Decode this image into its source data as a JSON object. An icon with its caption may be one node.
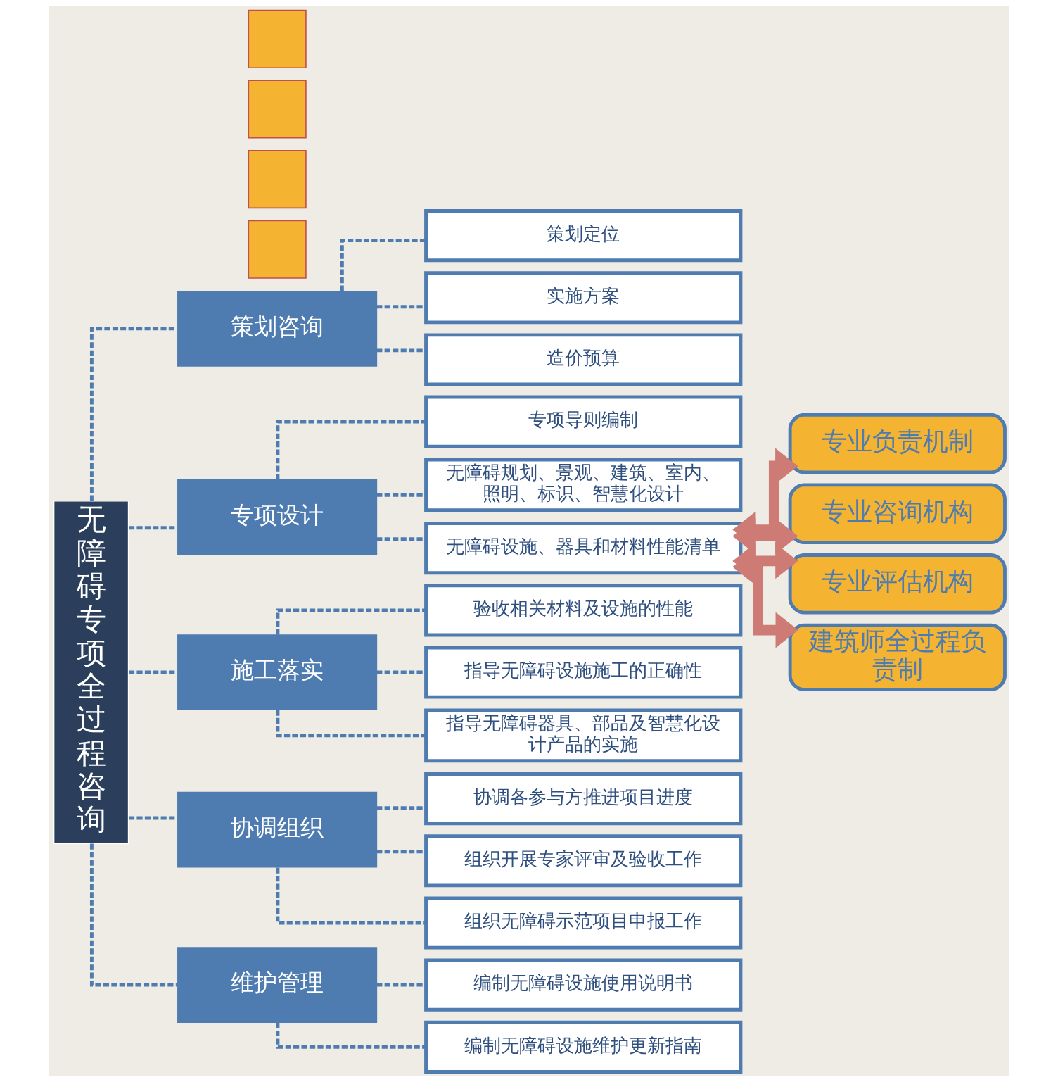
{
  "diagram": {
    "nodes": [
      {
        "text": [
          "无障碍专项全过程咨询"
        ]
      },
      {
        "text": [
          "策划咨询"
        ]
      },
      {
        "text": [
          "策划定位"
        ]
      },
      {
        "text": [
          "实施方案"
        ]
      },
      {
        "text": [
          "造价预算"
        ]
      },
      {
        "text": [],
        "shape": "plus"
      },
      {
        "text": [
          "专项设计"
        ]
      },
      {
        "text": [
          "专项导则编制"
        ]
      },
      {
        "text": [
          "无障碍规划、景观、建筑、室内、照明、标识、智慧化设计"
        ]
      },
      {
        "text": [
          "无障碍设施、器具和材料性能清单"
        ]
      },
      {
        "text": [],
        "shape": "plus"
      },
      {
        "text": [
          "施工落实"
        ]
      },
      {
        "text": [
          "验收相关材料及设施的性能"
        ]
      },
      {
        "text": [
          "指导无障碍设施施工的正确性"
        ]
      },
      {
        "text": [
          "指导无障碍器具、部品及智慧化设计产品的实施"
        ]
      },
      {
        "text": [],
        "shape": "plus"
      },
      {
        "text": [
          "协调组织"
        ]
      },
      {
        "text": [
          "协调各参与方推进项目进度"
        ]
      },
      {
        "text": [
          "组织开展专家评审及验收工作"
        ]
      },
      {
        "text": [
          "组织无障碍示范项目申报工作"
        ]
      },
      {
        "text": [],
        "shape": "plus"
      },
      {
        "text": [
          "维护管理"
        ]
      },
      {
        "text": [
          "编制无障碍设施使用说明书"
        ]
      },
      {
        "text": [
          "编制无障碍设施维护更新指南"
        ]
      },
      {
        "text": [
          "专业负责机制"
        ]
      },
      {
        "text": [
          "专业咨询机构"
        ]
      },
      {
        "text": [
          "专业评估机构"
        ]
      },
      {
        "text": [
          "建筑师全过程负责制"
        ]
      }
    ],
    "edges": [
      {
        "from": 0,
        "to": 1,
        "arrow": "none",
        "style": "dashed"
      },
      {
        "from": 0,
        "to": 6,
        "arrow": "none",
        "style": "dashed"
      },
      {
        "from": 0,
        "to": 11,
        "arrow": "none",
        "style": "dashed"
      },
      {
        "from": 0,
        "to": 16,
        "arrow": "none",
        "style": "dashed"
      },
      {
        "from": 0,
        "to": 21,
        "arrow": "none",
        "style": "dashed"
      },
      {
        "from": 1,
        "to": 2,
        "arrow": "none",
        "style": "dashed"
      },
      {
        "from": 1,
        "to": 3,
        "arrow": "none",
        "style": "dashed"
      },
      {
        "from": 1,
        "to": 4,
        "arrow": "none",
        "style": "dashed"
      },
      {
        "from": 6,
        "to": 7,
        "arrow": "none",
        "style": "dashed"
      },
      {
        "from": 6,
        "to": 8,
        "arrow": "none",
        "style": "dashed"
      },
      {
        "from": 6,
        "to": 9,
        "arrow": "none",
        "style": "dashed"
      },
      {
        "from": 11,
        "to": 12,
        "arrow": "none",
        "style": "dashed"
      },
      {
        "from": 11,
        "to": 13,
        "arrow": "none",
        "style": "dashed"
      },
      {
        "from": 11,
        "to": 14,
        "arrow": "none",
        "style": "dashed"
      },
      {
        "from": 16,
        "to": 17,
        "arrow": "none",
        "style": "dashed"
      },
      {
        "from": 16,
        "to": 18,
        "arrow": "none",
        "style": "dashed"
      },
      {
        "from": 16,
        "to": 19,
        "arrow": "none",
        "style": "dashed"
      },
      {
        "from": 21,
        "to": 22,
        "arrow": "none",
        "style": "dashed"
      },
      {
        "from": 21,
        "to": 23,
        "arrow": "none",
        "style": "dashed"
      },
      {
        "from": 9,
        "to": 24,
        "arrow": "both",
        "style": "thick",
        "color": "#cd7b74"
      },
      {
        "from": 9,
        "to": 25,
        "arrow": "both",
        "style": "thick",
        "color": "#cd7b74"
      },
      {
        "from": 9,
        "to": 26,
        "arrow": "both",
        "style": "thick",
        "color": "#cd7b74"
      },
      {
        "from": 9,
        "to": 27,
        "arrow": "both",
        "style": "thick",
        "color": "#cd7b74"
      }
    ]
  }
}
